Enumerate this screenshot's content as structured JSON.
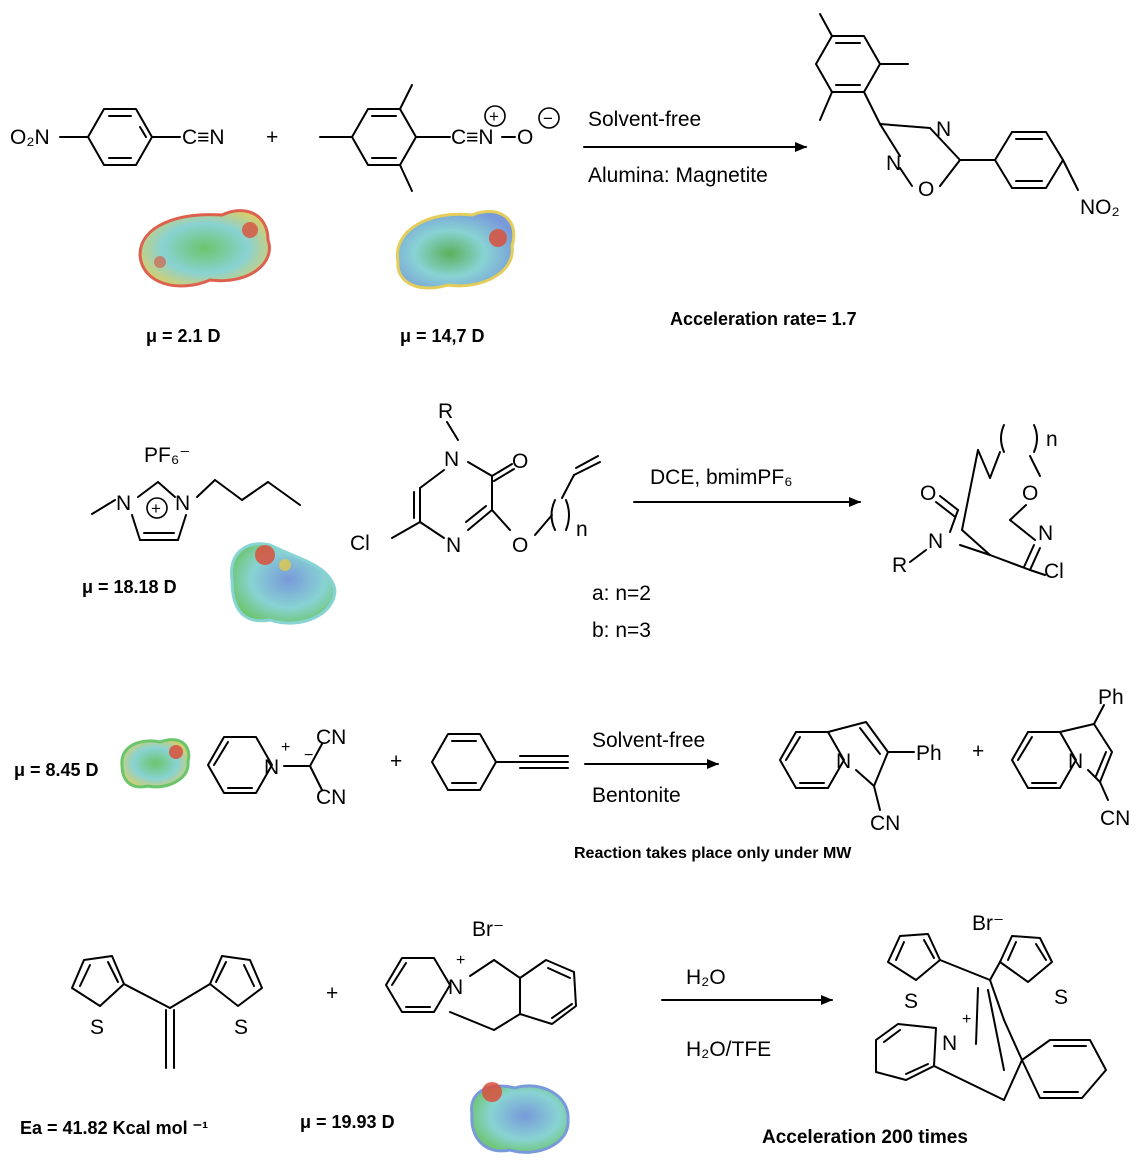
{
  "colors": {
    "ink": "#000000",
    "map_red": "#d9503c",
    "map_green": "#5cbf5c",
    "map_blue": "#6a8fd6",
    "map_cyan": "#7ccfcf",
    "map_yellow": "#e0c84a"
  },
  "row1": {
    "r1_substituent": "O₂N",
    "r1_nitrile": "C≡N",
    "plus": "+",
    "r2_nitrile_oxide": "C≡N",
    "r2_o": "O",
    "charge_plus": "+",
    "charge_minus": "−",
    "condition_top": "Solvent-free",
    "condition_bottom": "Alumina: Magnetite",
    "dipole_1": "μ = 2.1 D",
    "dipole_2": "μ = 14,7 D",
    "product_n1": "N",
    "product_n2": "N",
    "product_o": "O",
    "product_no2": "NO₂",
    "note": "Acceleration rate= 1.7"
  },
  "row2": {
    "counterion": "PF₆⁻",
    "il_n1": "N",
    "il_n2": "N",
    "il_plus": "+",
    "dipole": "μ = 18.18 D",
    "sub_r": "R",
    "sub_n1": "N",
    "sub_n2": "N",
    "sub_o_keto": "O",
    "sub_o_ether": "O",
    "sub_cl": "Cl",
    "sub_n_index": "n",
    "condition": "DCE, bmimPF₆",
    "variant_a": "a: n=2",
    "variant_b": "b: n=3",
    "prod_o_keto": "O",
    "prod_o_ring": "O",
    "prod_n_ring": "N",
    "prod_n_amide": "N",
    "prod_r": "R",
    "prod_cl": "Cl",
    "prod_n_index": "n"
  },
  "row3": {
    "dipole": "μ = 8.45 D",
    "ylide_n": "N",
    "ylide_plus": "+",
    "ylide_minus": "−",
    "cn_top": "CN",
    "cn_bottom": "CN",
    "plus": "+",
    "condition_top": "Solvent-free",
    "condition_bottom": "Bentonite",
    "p1_n": "N",
    "p1_ph": "Ph",
    "p1_cn": "CN",
    "plus2": "+",
    "p2_n": "N",
    "p2_ph": "Ph",
    "p2_cn": "CN",
    "note": "Reaction takes place only under MW"
  },
  "row4": {
    "thio_s1": "S",
    "thio_s2": "S",
    "plus": "+",
    "counterion": "Br⁻",
    "acr_n": "N",
    "acr_plus": "+",
    "condition_top": "H₂O",
    "condition_bottom": "H₂O/TFE",
    "prod_counterion": "Br⁻",
    "prod_s1": "S",
    "prod_s2": "S",
    "prod_n": "N",
    "prod_plus": "+",
    "ea": "Ea = 41.82 Kcal mol ⁻¹",
    "dipole": "μ = 19.93 D",
    "note": "Acceleration  200 times"
  }
}
